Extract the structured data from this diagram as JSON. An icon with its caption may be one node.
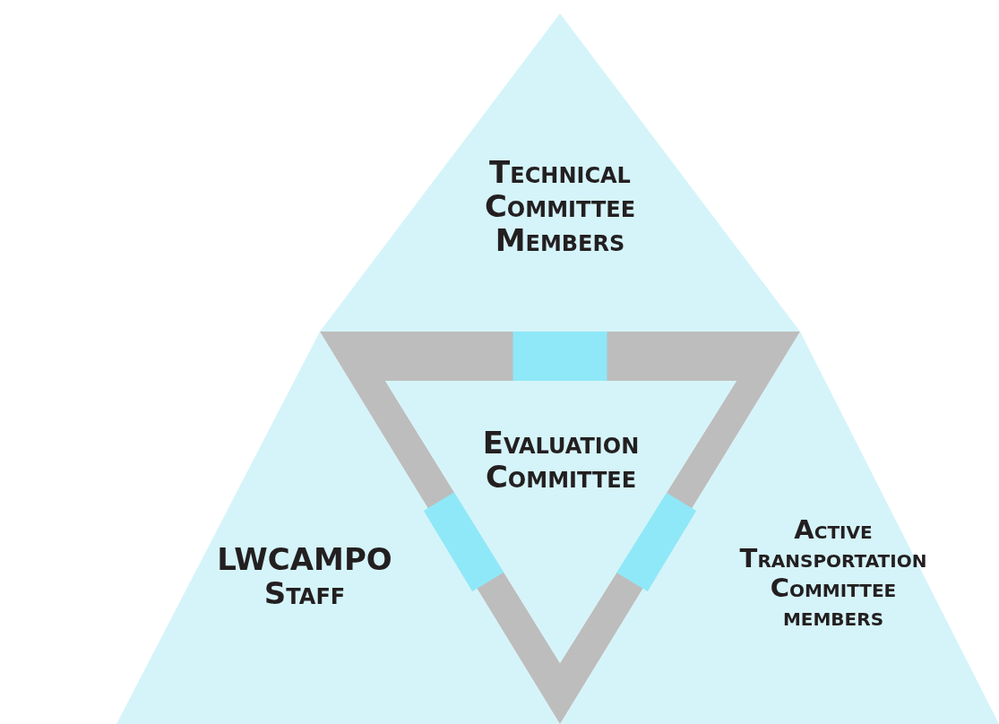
{
  "diagram": {
    "nodes": [
      {
        "text": [
          "Technical Committee Members"
        ]
      },
      {
        "text": [
          "Evaluation Committee"
        ]
      },
      {
        "text": [
          "LWCAMPO Staff"
        ]
      },
      {
        "text": [
          "Active Transportation Committee members"
        ]
      }
    ],
    "edges": [
      {
        "from": 1,
        "to": 0,
        "arrow": "none"
      },
      {
        "from": 1,
        "to": 2,
        "arrow": "none"
      },
      {
        "from": 1,
        "to": 3,
        "arrow": "none"
      }
    ]
  }
}
